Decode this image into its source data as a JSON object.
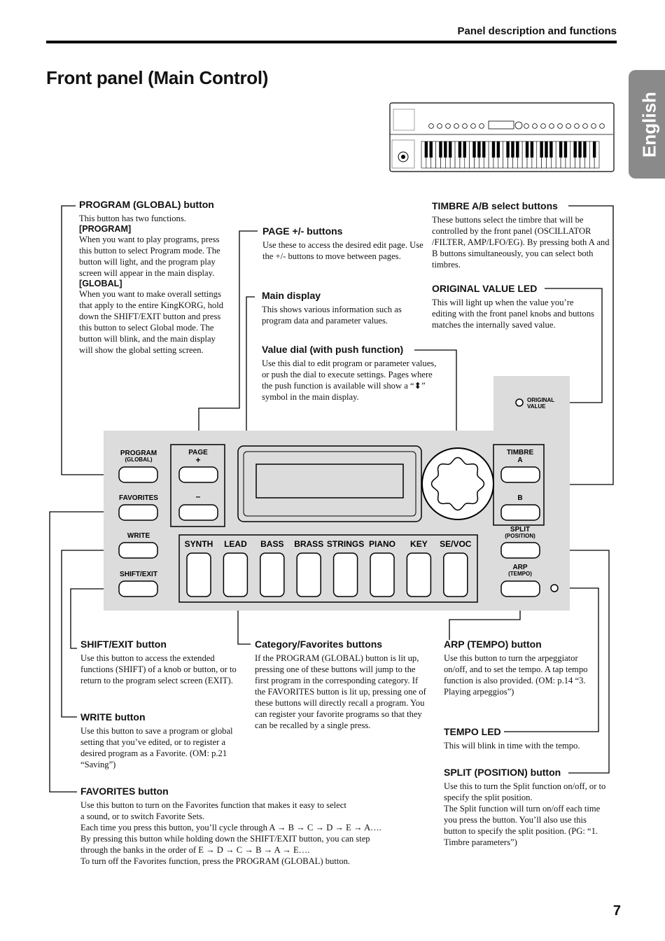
{
  "header": {
    "section": "Panel description and functions",
    "language_tab": "English",
    "page_number": "7"
  },
  "title": "Front panel (Main Control)",
  "panel": {
    "program_label": "PROGRAM",
    "program_sub": "(GLOBAL)",
    "favorites_label": "FAVORITES",
    "write_label": "WRITE",
    "shift_label": "SHIFT/EXIT",
    "page_label": "PAGE",
    "page_plus": "+",
    "page_minus": "–",
    "timbre_label": "TIMBRE",
    "timbre_a": "A",
    "timbre_b": "B",
    "split_label": "SPLIT",
    "split_sub": "(POSITION)",
    "arp_label": "ARP",
    "arp_sub": "(TEMPO)",
    "original_label": "ORIGINAL",
    "original_sub": "VALUE",
    "categories": [
      "SYNTH",
      "LEAD",
      "BASS",
      "BRASS",
      "STRINGS",
      "PIANO",
      "KEY",
      "SE/VOC"
    ]
  },
  "sections": {
    "program": {
      "title": "PROGRAM (GLOBAL) button",
      "intro": "This button has two functions.",
      "sub1": "[PROGRAM]",
      "text1": "When you want to play programs, press this button to select Program mode. The button will light, and the program play screen will appear in the main display.",
      "sub2": "[GLOBAL]",
      "text2": "When you want to make overall settings that apply to the entire KingKORG, hold down the SHIFT/EXIT button and press this button to select Global mode. The button will blink, and the main display will show the global setting screen."
    },
    "page": {
      "title": "PAGE +/- buttons",
      "text": "Use these to access the desired edit page. Use the +/- buttons to move between pages."
    },
    "display": {
      "title": "Main display",
      "text": "This shows various information such as program data and parameter values."
    },
    "dial": {
      "title": "Value dial (with push function)",
      "text_a": "Use this dial to edit program or parameter values, or push the dial to execute settings. Pages where the push function is available will show a “",
      "symbol": "⬍",
      "text_b": "” symbol in the main display."
    },
    "timbre": {
      "title": "TIMBRE A/B select buttons",
      "text": "These buttons select the timbre that will be controlled by the front panel (OSCILLATOR /FILTER, AMP/LFO/EG). By pressing both A and B buttons simultaneously, you can select both timbres."
    },
    "original": {
      "title": "ORIGINAL VALUE LED",
      "text": "This will light up when the value you’re editing with the front panel knobs and buttons matches the internally saved value."
    },
    "shift": {
      "title": "SHIFT/EXIT button",
      "text": "Use this button to access the extended functions (SHIFT) of a knob or button, or to return to the program select screen (EXIT)."
    },
    "write": {
      "title": "WRITE button",
      "text": "Use this button to save a program or global setting that you’ve edited, or to register a desired program as a Favorite. (OM: p.21 “Saving”)"
    },
    "favorites": {
      "title": "FAVORITES button",
      "l1": "Use this button to turn on the Favorites function that makes it easy to select",
      "l2": "a sound, or to switch Favorite Sets.",
      "l3": "Each time you press this button, you’ll cycle through A → B → C → D → E → A….",
      "l4": "By pressing this button while holding down the SHIFT/EXIT button, you can step",
      "l5": "through the banks in the order of E → D → C → B → A → E….",
      "l6": "To turn off the Favorites function, press the PROGRAM (GLOBAL) button."
    },
    "category": {
      "title": "Category/Favorites buttons",
      "text": "If the PROGRAM (GLOBAL) button is lit up, pressing one of these buttons will jump to the first program in the corresponding category. If the FAVORITES button is lit up, pressing one of these buttons will directly recall a program. You can register your favorite programs so that they can be recalled by a single press."
    },
    "arp": {
      "title": "ARP (TEMPO) button",
      "text": "Use this button to turn the arpeggiator on/off, and to set the tempo. A tap tempo function is also provided. (OM: p.14 “3. Playing arpeggios”)"
    },
    "tempo": {
      "title": "TEMPO LED",
      "text": "This will blink in time with the tempo."
    },
    "split": {
      "title": "SPLIT (POSITION) button",
      "text1": "Use this to turn the Split function on/off, or to specify the split position.",
      "text2": "The Split function will turn on/off each time you press the button. You’ll also use this button to specify the split position. (PG: “1. Timbre parameters”)"
    }
  },
  "colors": {
    "panel": "#dcdcdc",
    "tab": "#8a8a8a",
    "ink": "#111111"
  }
}
